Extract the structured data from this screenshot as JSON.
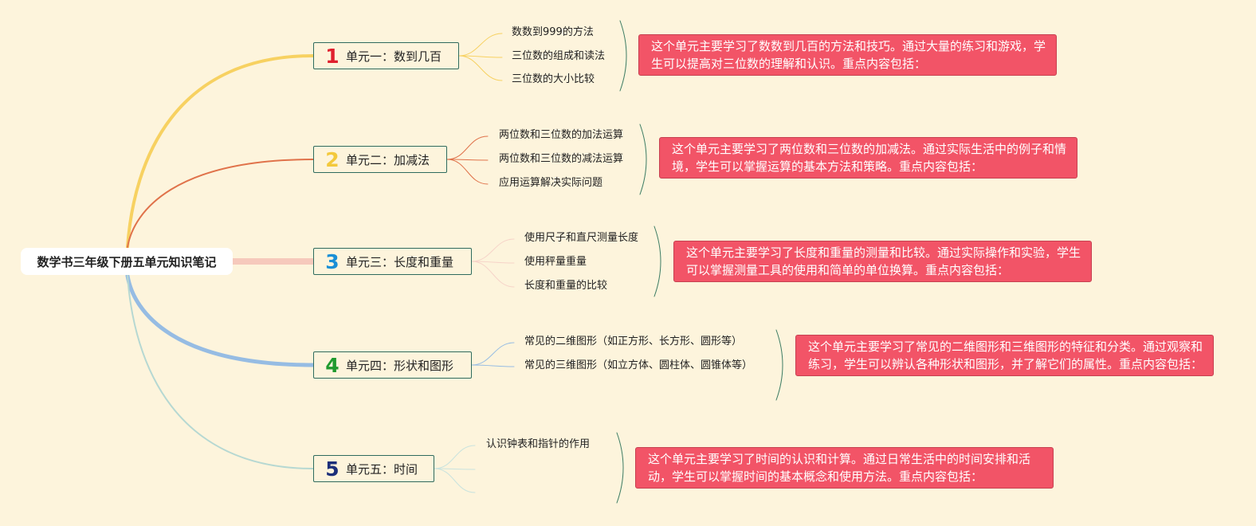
{
  "root": {
    "title": "数学书三年级下册五单元知识笔记"
  },
  "colors": {
    "background": "#fdf4dc",
    "note_fill": "#f25467",
    "unit1": "#f7d161",
    "unit2": "#e0724a",
    "unit3": "#f6c9bc",
    "unit4": "#96bce3",
    "unit5": "#b6d8d2"
  },
  "units": [
    {
      "number": "1",
      "number_color": "#e0202e",
      "title": "单元一：数到几百",
      "topics": [
        "数数到999的方法",
        "三位数的组成和读法",
        "三位数的大小比较"
      ],
      "summary": "这个单元主要学习了数数到几百的方法和技巧。通过大量的练习和游戏，学生可以提高对三位数的理解和认识。重点内容包括："
    },
    {
      "number": "2",
      "number_color": "#f3c93c",
      "title": "单元二：加减法",
      "topics": [
        "两位数和三位数的加法运算",
        "两位数和三位数的减法运算",
        "应用运算解决实际问题"
      ],
      "summary": "这个单元主要学习了两位数和三位数的加减法。通过实际生活中的例子和情境，学生可以掌握运算的基本方法和策略。重点内容包括："
    },
    {
      "number": "3",
      "number_color": "#1a8fd6",
      "title": "单元三：长度和重量",
      "topics": [
        "使用尺子和直尺测量长度",
        "使用秤量重量",
        "长度和重量的比较"
      ],
      "summary": "这个单元主要学习了长度和重量的测量和比较。通过实际操作和实验，学生可以掌握测量工具的使用和简单的单位换算。重点内容包括："
    },
    {
      "number": "4",
      "number_color": "#1f9a2e",
      "title": "单元四：形状和图形",
      "topics": [
        "常见的二维图形（如正方形、长方形、圆形等）",
        "常见的三维图形（如立方体、圆柱体、圆锥体等）"
      ],
      "summary": "这个单元主要学习了常见的二维图形和三维图形的特征和分类。通过观察和练习，学生可以辨认各种形状和图形，并了解它们的属性。重点内容包括："
    },
    {
      "number": "5",
      "number_color": "#1c2f7a",
      "title": "单元五：时间",
      "topics": [
        "认识钟表和指针的作用",
        "",
        ""
      ],
      "summary": "这个单元主要学习了时间的认识和计算。通过日常生活中的时间安排和活动，学生可以掌握时间的基本概念和使用方法。重点内容包括："
    }
  ]
}
